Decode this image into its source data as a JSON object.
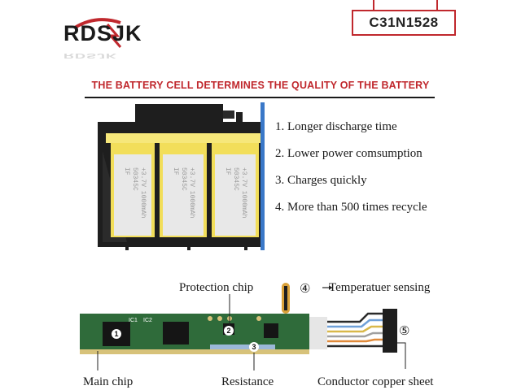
{
  "brand": {
    "name": "RDSJK",
    "reflection": "RDSJK"
  },
  "model": {
    "label": "C31N1528"
  },
  "headline": {
    "text": "THE BATTERY CELL DETERMINES THE QUALITY OF THE BATTERY"
  },
  "cells": [
    {
      "print1": "IF",
      "print2": "50345C",
      "print3": "+3.7V 1000mAh"
    },
    {
      "print1": "IF",
      "print2": "50345C",
      "print3": "+3.7V 1000mAh"
    },
    {
      "print1": "IF",
      "print2": "50345C",
      "print3": "+3.7V 1000mAh"
    }
  ],
  "features": [
    "1. Longer discharge time",
    "2. Lower power comsumption",
    "3. Charges quickly",
    "4. More than 500 times recycle"
  ],
  "pcb": {
    "ic_labels": [
      "IC1",
      "IC2"
    ],
    "callouts": {
      "protection_chip": "Protection chip",
      "temp_marker": "④",
      "temp_sensing": "Temperatuer sensing",
      "main_chip": "Main chip",
      "resistance": "Resistance",
      "copper_marker": "⑤",
      "copper_sheet": "Conductor copper sheet"
    },
    "badges": [
      "1",
      "2",
      "3"
    ]
  },
  "colors": {
    "accent_red": "#c0282d",
    "cell_yellow": "#f2de5a",
    "pack_black": "#1e1e1e",
    "pcb_green": "#2f6b3a",
    "blue_edge": "#3a78c8"
  }
}
